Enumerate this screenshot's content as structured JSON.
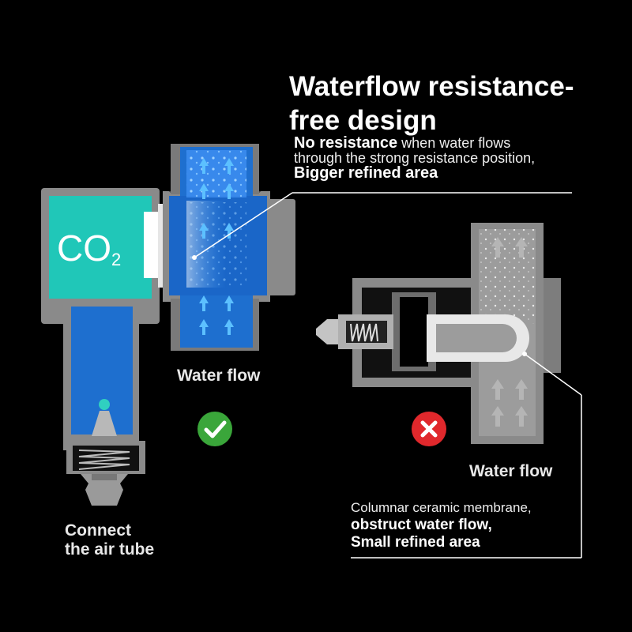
{
  "title_line1": "Waterflow resistance-",
  "title_line2": "free design",
  "good": {
    "lead_bold": "No resistance",
    "lead_rest": " when water flows",
    "line2": "through the strong resistance position,",
    "line3": "Bigger refined area"
  },
  "bad": {
    "line1": "Columnar ceramic membrane,",
    "line2": "obstruct water flow,",
    "line3": "Small refined area"
  },
  "co2_main": "CO",
  "co2_sub": "2",
  "water_flow_left": "Water flow",
  "water_flow_right": "Water flow",
  "connect_line1": "Connect",
  "connect_line2": "the air tube",
  "colors": {
    "background": "#000000",
    "teal": "#20c7b8",
    "blue": "#1e6fcf",
    "light_blue": "#4aa8ff",
    "gray": "#8a8a8a",
    "check_green": "#3aa63a",
    "cross_red": "#e0282c"
  }
}
